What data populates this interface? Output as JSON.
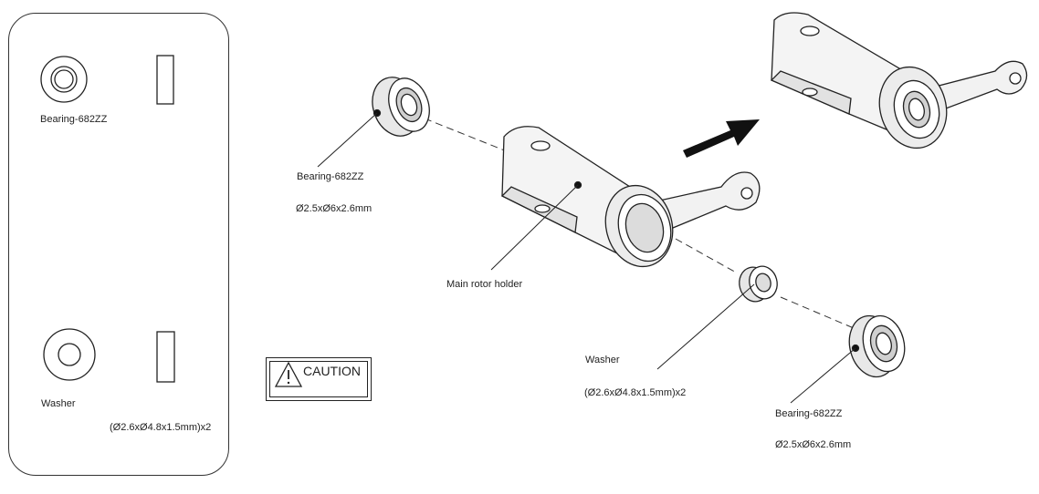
{
  "parts_panel": {
    "bearing_label": "Bearing-682ZZ",
    "washer_label": "Washer",
    "washer_spec": "(Ø2.6xØ4.8x1.5mm)x2"
  },
  "caution": {
    "text": "CAUTION"
  },
  "callouts": {
    "bearing_top": {
      "name": "Bearing-682ZZ",
      "spec": "Ø2.5xØ6x2.6mm"
    },
    "main_rotor_holder": "Main rotor holder",
    "washer": {
      "name": "Washer",
      "spec": "(Ø2.6xØ4.8x1.5mm)x2"
    },
    "bearing_bottom": {
      "name": "Bearing-682ZZ",
      "spec": "Ø2.5xØ6x2.6mm"
    }
  }
}
